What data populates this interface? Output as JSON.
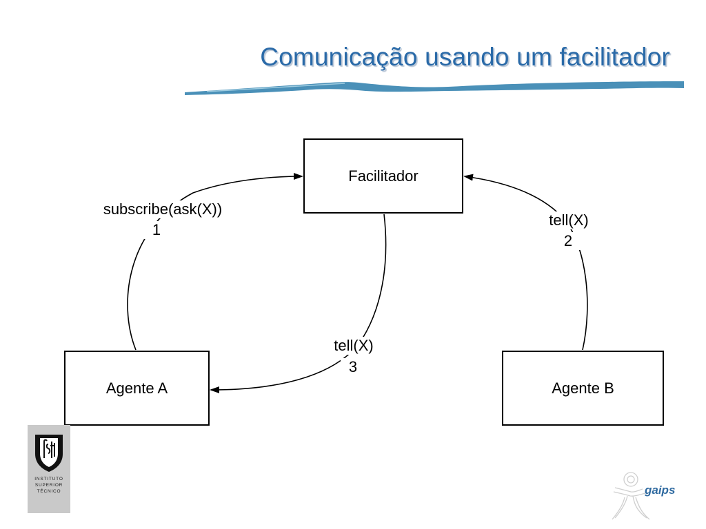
{
  "slide": {
    "title": "Comunicação usando um facilitador",
    "title_color": "#2a6aa8",
    "accent_swoosh_color": "#4a90b8"
  },
  "diagram": {
    "nodes": {
      "facilitador": "Facilitador",
      "agente_a": "Agente A",
      "agente_b": "Agente B"
    },
    "edges": [
      {
        "from": "agente_a",
        "to": "facilitador",
        "message": "subscribe(ask(X))",
        "order": "1"
      },
      {
        "from": "agente_b",
        "to": "facilitador",
        "message": "tell(X)",
        "order": "2"
      },
      {
        "from": "facilitador",
        "to": "agente_a",
        "message": "tell(X)",
        "order": "3"
      }
    ]
  },
  "logos": {
    "ist": {
      "icon": "ist-shield-icon",
      "lines": [
        "INSTITUTO",
        "SUPERIOR",
        "TÉCNICO"
      ]
    },
    "gaips": {
      "icon": "gaips-figure-icon",
      "text": "gaips"
    }
  }
}
